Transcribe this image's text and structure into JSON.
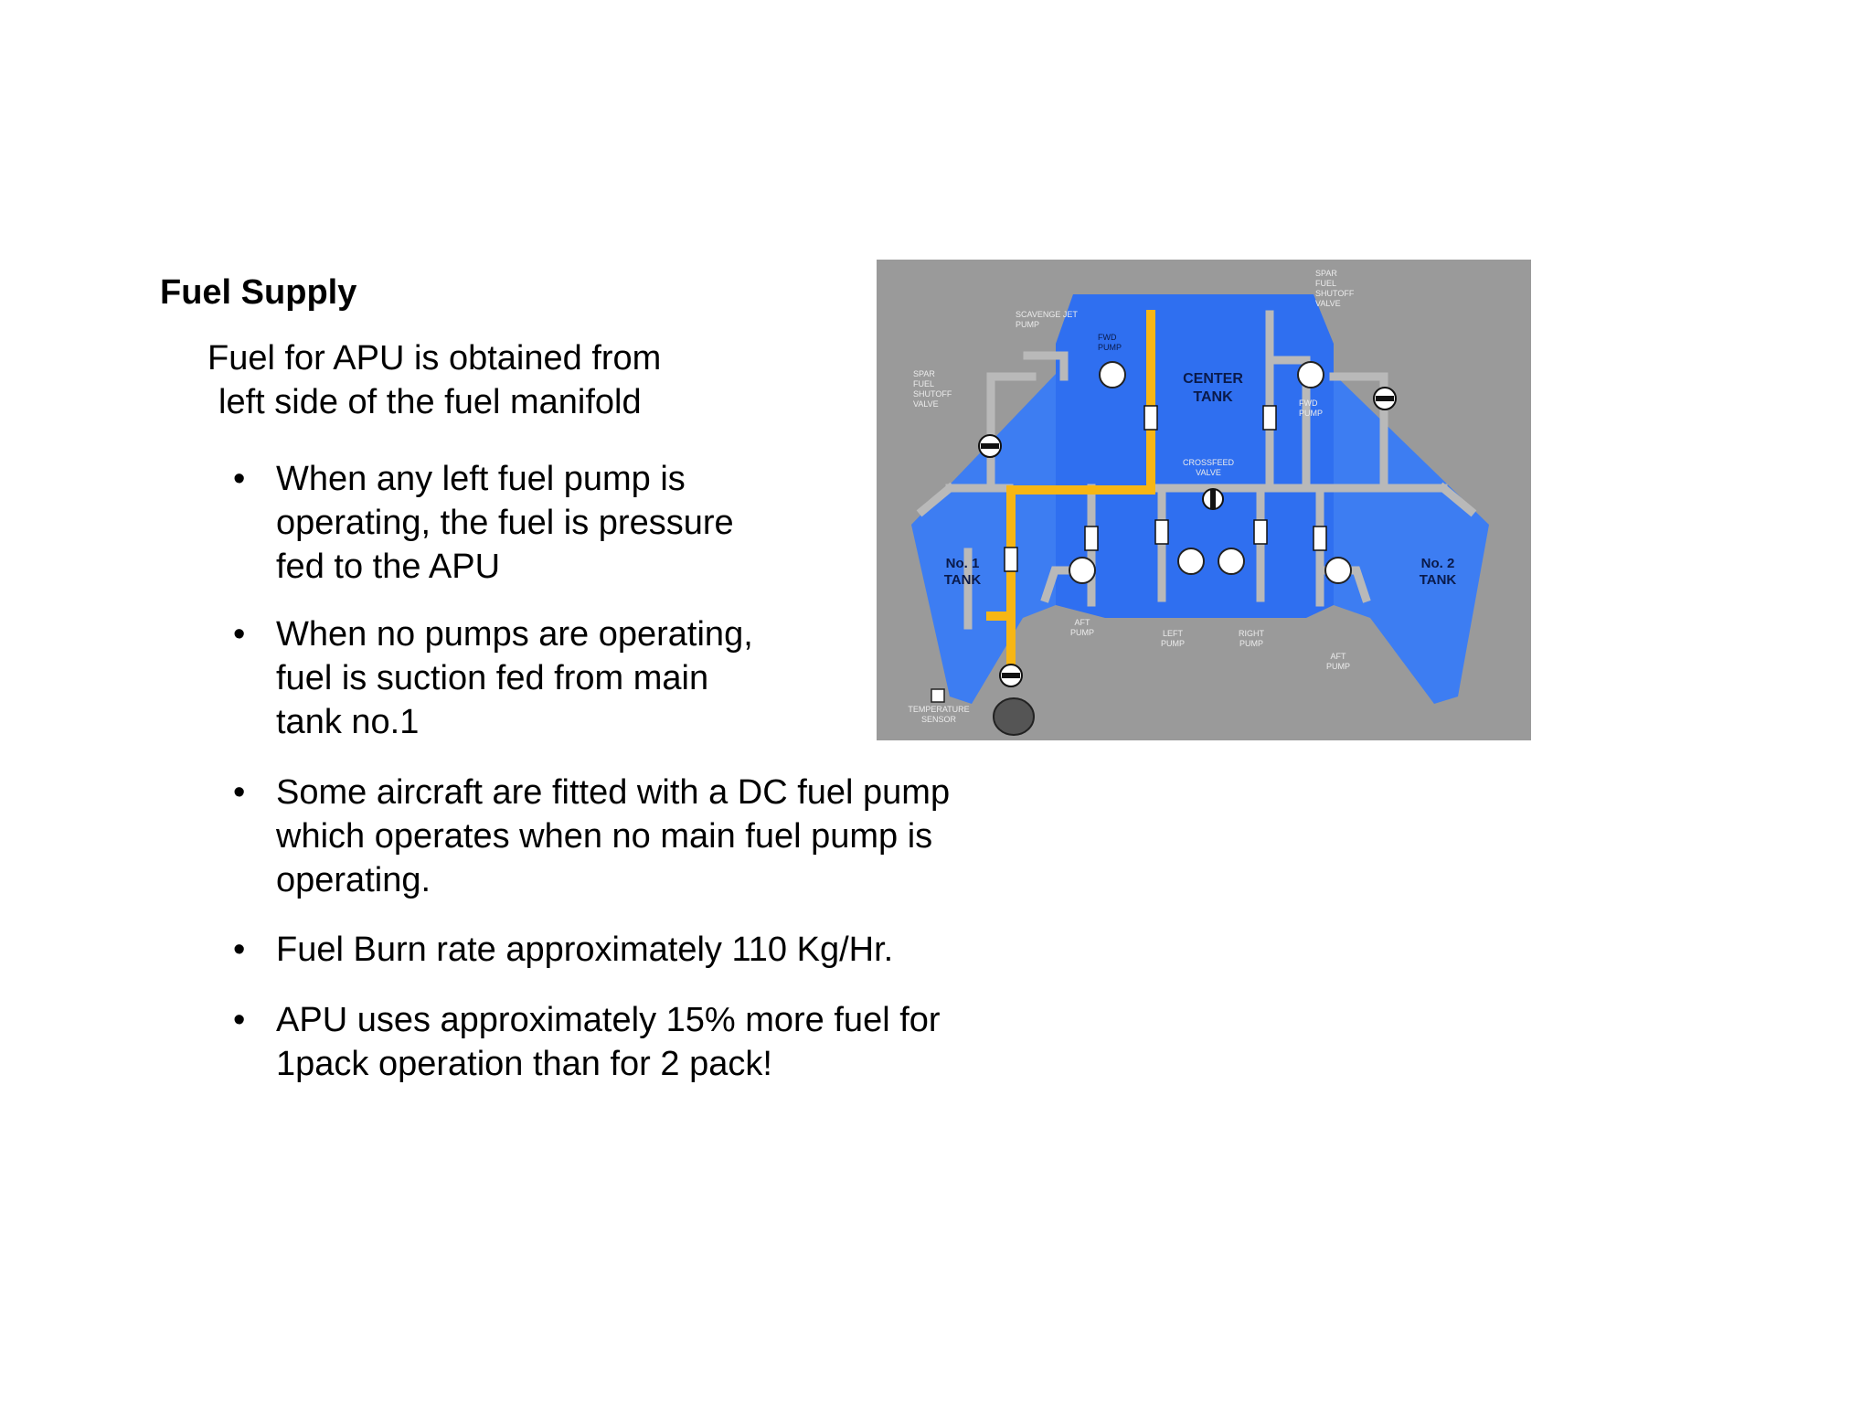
{
  "title": "Fuel Supply",
  "intro": {
    "line1": "Fuel for APU is obtained from",
    "line2": "left side of the fuel manifold"
  },
  "bullets": [
    {
      "text": "When any left fuel pump is\noperating, the fuel is pressure\nfed to the APU"
    },
    {
      "text": "When no pumps are operating,\nfuel is suction fed from main\ntank no.1"
    },
    {
      "text": "Some aircraft are fitted with a DC fuel pump\nwhich operates when no main fuel pump is\noperating."
    },
    {
      "text": "Fuel Burn rate approximately 110 Kg/Hr."
    },
    {
      "text": "APU uses approximately 15% more fuel for\n1pack operation than for 2 pack!"
    }
  ],
  "bullet_glyph": "•",
  "diagram": {
    "labels": {
      "center_tank_1": "CENTER",
      "center_tank_2": "TANK",
      "no1_tank_1": "No. 1",
      "no1_tank_2": "TANK",
      "no2_tank_1": "No. 2",
      "no2_tank_2": "TANK",
      "scavenge_1": "SCAVENGE JET",
      "scavenge_2": "PUMP",
      "fwd_pump_l_1": "FWD",
      "fwd_pump_l_2": "PUMP",
      "fwd_pump_r_1": "FWD",
      "fwd_pump_r_2": "PUMP",
      "spar_l_1": "SPAR",
      "spar_l_2": "FUEL",
      "spar_l_3": "SHUTOFF",
      "spar_l_4": "VALVE",
      "spar_r_1": "SPAR",
      "spar_r_2": "FUEL",
      "spar_r_3": "SHUTOFF",
      "spar_r_4": "VALVE",
      "crossfeed_1": "CROSSFEED",
      "crossfeed_2": "VALVE",
      "aft_l_1": "AFT",
      "aft_l_2": "PUMP",
      "left_pump_1": "LEFT",
      "left_pump_2": "PUMP",
      "right_pump_1": "RIGHT",
      "right_pump_2": "PUMP",
      "aft_r_1": "AFT",
      "aft_r_2": "PUMP",
      "temp_1": "TEMPERATURE",
      "temp_2": "SENSOR"
    },
    "colors": {
      "background": "#9a9a9a",
      "tank_blue": "#2f6ff0",
      "wing_blue": "#3d7df2",
      "pipe_gray": "#b9b9b9",
      "fuel_yellow": "#f7b614",
      "label_dark": "#0a1a4a",
      "label_light": "#ececec"
    }
  }
}
